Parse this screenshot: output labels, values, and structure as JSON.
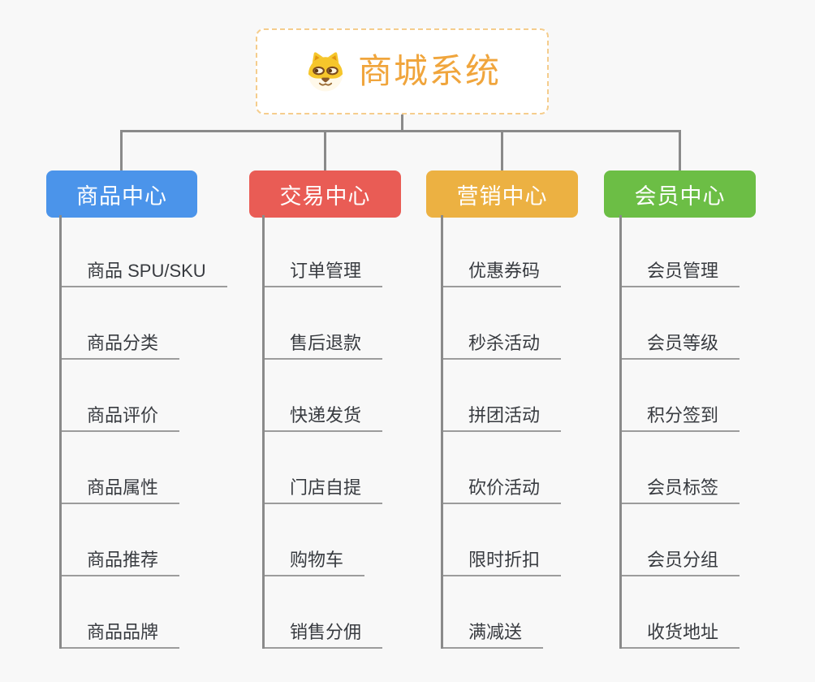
{
  "root": {
    "title": "商城系统",
    "icon": "dog-face-icon",
    "title_color": "#F0A53C",
    "border_color": "#F5CD8D"
  },
  "style": {
    "background": "#F8F8F8",
    "connector_color": "#8A8A8A",
    "underline_color": "#9C9C9C",
    "leaf_text_color": "#383B40"
  },
  "branches": [
    {
      "id": "product-center",
      "label": "商品中心",
      "color": "#4B94EA",
      "items": [
        "商品 SPU/SKU",
        "商品分类",
        "商品评价",
        "商品属性",
        "商品推荐",
        "商品品牌"
      ]
    },
    {
      "id": "trade-center",
      "label": "交易中心",
      "color": "#E95C55",
      "items": [
        "订单管理",
        "售后退款",
        "快递发货",
        "门店自提",
        "购物车",
        "销售分佣"
      ]
    },
    {
      "id": "marketing-center",
      "label": "营销中心",
      "color": "#ECB142",
      "items": [
        "优惠券码",
        "秒杀活动",
        "拼团活动",
        "砍价活动",
        "限时折扣",
        "满减送"
      ]
    },
    {
      "id": "member-center",
      "label": "会员中心",
      "color": "#6CBE45",
      "items": [
        "会员管理",
        "会员等级",
        "积分签到",
        "会员标签",
        "会员分组",
        "收货地址"
      ]
    }
  ]
}
